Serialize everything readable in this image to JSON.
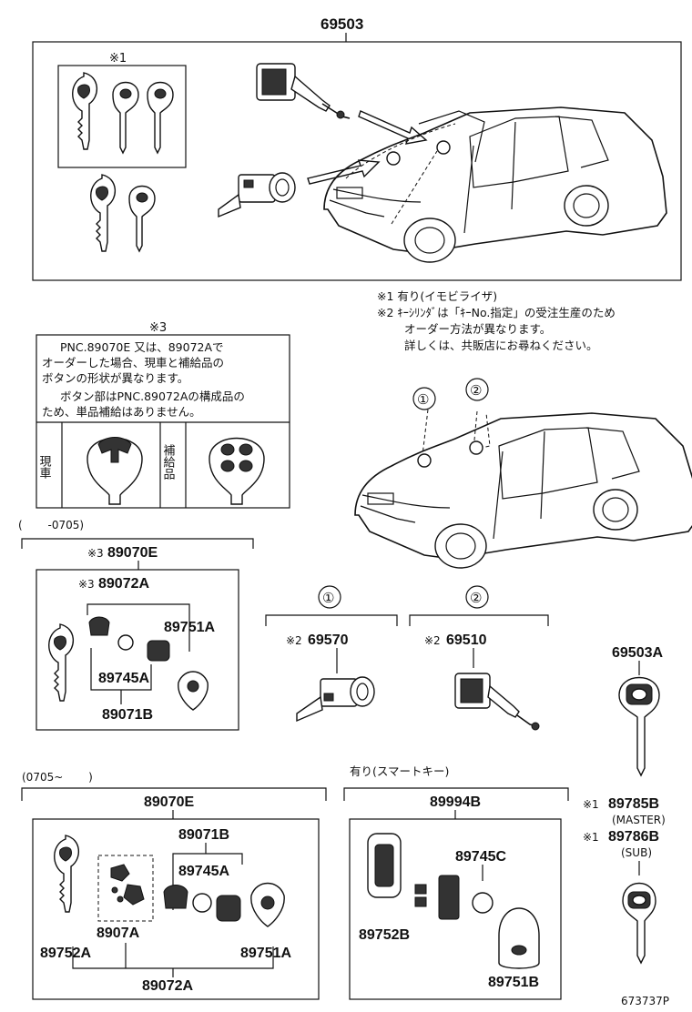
{
  "top_group": {
    "part_no": "69503",
    "note_mark": "※1",
    "remarks": [
      "※1 有り(イモビライザ)",
      "※2 ｷｰｼﾘﾝﾀﾞは「ｷｰNo.指定」の受注生産のため",
      "オーダー方法が異なります。",
      "詳しくは、共販店にお尋ねください。"
    ]
  },
  "note_box": {
    "mark": "※3",
    "lines": [
      "PNC.89070E 又は、89072Aで",
      "オーダーした場合、現車と補給品の",
      "ボタンの形状が異なります。",
      "ボタン部はPNC.89072Aの構成品の",
      "ため、単品補給はありません。"
    ],
    "label_current": "現車",
    "label_supply": "補給品"
  },
  "car_callouts": [
    "①",
    "②"
  ],
  "group_a": {
    "range": "(　　 -0705)",
    "assembly": "89070E",
    "assembly_mark": "※3",
    "subassembly": "89072A",
    "subassembly_mark": "※3",
    "parts": [
      "89751A",
      "89745A",
      "89071B"
    ]
  },
  "group_1": {
    "callout": "①",
    "mark": "※2",
    "part_no": "69570"
  },
  "group_2": {
    "callout": "②",
    "mark": "※2",
    "part_no": "69510"
  },
  "right_col": {
    "part_key": "69503A",
    "master_part": "89785B",
    "master_mark": "※1",
    "master_label": "(MASTER)",
    "sub_part": "89786B",
    "sub_mark": "※1",
    "sub_label": "(SUB)"
  },
  "group_b": {
    "range": "(0705~　　 )",
    "assembly": "89070E",
    "parts": [
      "89071B",
      "89745A",
      "8907A",
      "89752A",
      "89751A"
    ],
    "subassembly": "89072A"
  },
  "group_c": {
    "range": "有り(スマートキー)",
    "assembly": "89994B",
    "parts": [
      "89745C",
      "89752B",
      "89751B"
    ]
  },
  "diagram_id": "673737P"
}
